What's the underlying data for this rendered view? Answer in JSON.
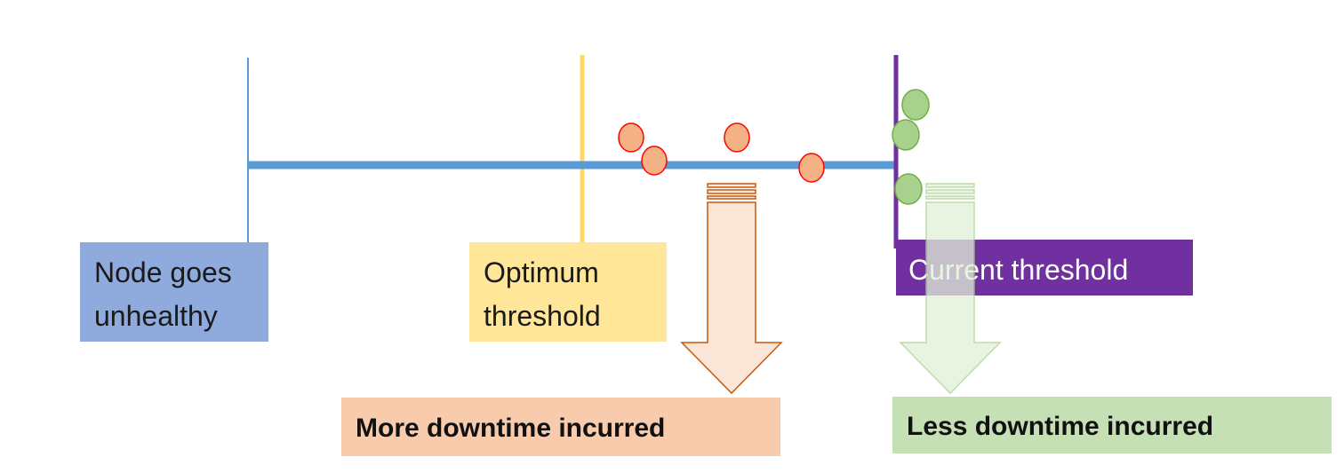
{
  "labels": {
    "node_unhealthy": [
      "Node goes",
      "unhealthy"
    ],
    "optimum_threshold": [
      "Optimum",
      "threshold"
    ],
    "current_threshold": "Current threshold",
    "more_downtime": "More downtime incurred",
    "less_downtime": "Less downtime incurred"
  },
  "colors": {
    "timeline": "#5b9bd5",
    "node_box": "#8faadc",
    "optimum_box": "#ffe699",
    "optimum_line": "#ffd966",
    "current_box": "#7030a0",
    "more_box": "#f8cbad",
    "less_box": "#c5e0b4",
    "red_dot_fill": "#f4b183",
    "red_dot_stroke": "#ff0000",
    "green_dot_fill": "#a9d18e",
    "green_dot_stroke": "#70ad47",
    "orange_arrow_fill": "#fbe5d6",
    "orange_arrow_stroke": "#c55a11",
    "green_arrow_fill": "#e2f0d9",
    "green_arrow_stroke": "#a9d18e"
  },
  "icons": [
    "down-arrow-icon"
  ]
}
